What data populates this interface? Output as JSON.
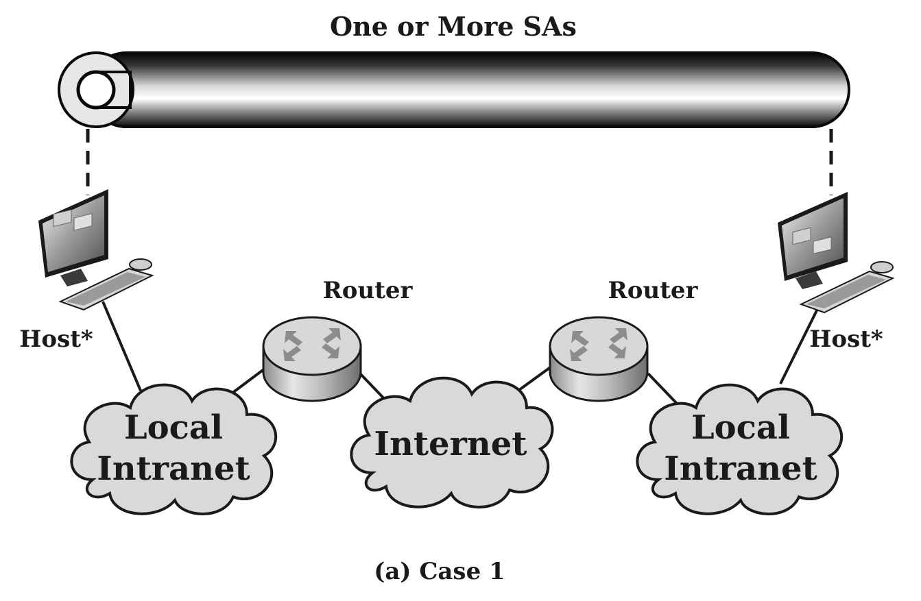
{
  "tunnel": {
    "label": "One or More SAs"
  },
  "hosts": [
    {
      "label": "Host*"
    },
    {
      "label": "Host*"
    }
  ],
  "routers": [
    {
      "label": "Router"
    },
    {
      "label": "Router"
    }
  ],
  "clouds": {
    "left": {
      "line1": "Local",
      "line2": "Intranet"
    },
    "center": {
      "line1": "Internet"
    },
    "right": {
      "line1": "Local",
      "line2": "Intranet"
    }
  },
  "caption": "(a) Case 1",
  "colors": {
    "ink": "#1a1a1a",
    "cloud_fill": "#d9d9d9",
    "router_top": "#d8d8d8",
    "router_arrow": "#8c8c8c"
  }
}
